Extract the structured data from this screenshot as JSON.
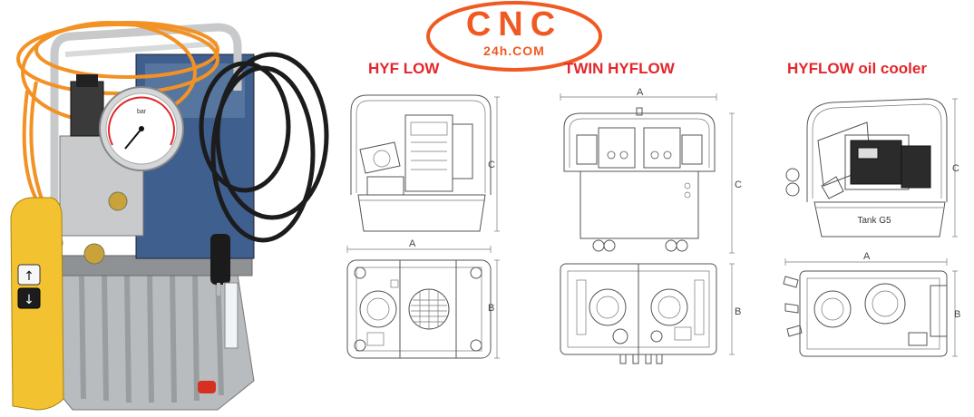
{
  "logo": {
    "main_text": "CNC",
    "sub_text": "24h.COM",
    "color": "#f05a22"
  },
  "photo": {
    "pendant_icons": [
      "arrow-up-icon",
      "arrow-down-icon"
    ],
    "gauge_label": "bar"
  },
  "diagrams": [
    {
      "title": "HYF LOW",
      "dims": {
        "front_right": "C",
        "top_above": "A",
        "top_right": "B"
      }
    },
    {
      "title": "TWIN HYFLOW",
      "dims": {
        "top_above": "A",
        "front_right": "C",
        "top_right": "B"
      }
    },
    {
      "title": "HYFLOW oil cooler",
      "tank_label": "Tank G5",
      "dims": {
        "front_right": "C",
        "top_above": "A",
        "top_right": "B"
      }
    }
  ],
  "colors": {
    "title_red": "#e3262b",
    "hose_orange": "#f39224",
    "pendant_yellow": "#f2c230",
    "tank_silver": "#b7babd"
  }
}
